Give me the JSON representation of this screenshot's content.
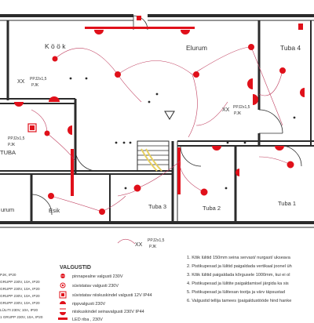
{
  "rooms": {
    "kook": "K ö ö k",
    "elurum_top": "Elurum",
    "tuba4": "Tuba 4",
    "tuba_left": "TUBA",
    "elurum_left": "urum",
    "esik": "Esik",
    "tuba3": "Tuba 3",
    "tuba2": "Tuba 2",
    "tuba1": "Tuba 1"
  },
  "junction_boxes": [
    {
      "kind": "XX",
      "code": "PPJ2x1,5",
      "sub": "PJK"
    },
    {
      "kind": "XX",
      "code": "PPJ2x1,5",
      "sub": "PJK"
    },
    {
      "kind": "XX",
      "code": "PPJ2x1,5",
      "sub": "PJK"
    },
    {
      "kind": "XX",
      "code": "PPJ2x1,5",
      "sub": "PJK"
    }
  ],
  "legend": {
    "title": "VALGUSTID",
    "items": [
      {
        "icon": "ceiling-light",
        "text": "pinnapealne valgusti 230V"
      },
      {
        "icon": "wall-light",
        "text": "süvistatav valgusti 230V"
      },
      {
        "icon": "recessed-12v",
        "text": "süvistatav niiskuskindel valgusti 12V IP44"
      },
      {
        "icon": "pendant-light",
        "text": "rippvalgusti 230V"
      },
      {
        "icon": "damp-light",
        "text": "niiskuskindel seinavalgusti 230V IP44"
      },
      {
        "icon": "led-strip",
        "text": "LED riba , 230V"
      }
    ]
  },
  "circuits": [
    "PJK, IP20",
    "GRUPP 230V, 10A, IP20",
    "GRUPP 230V, 10A, IP20",
    "GRUPP 230V, 10A, IP20",
    "GRUPP 230V, 10A, IP20",
    "LÜLITI 230V, 10A, IP20",
    "1 GRUPP 230V, 10A, IP20"
  ],
  "notes": [
    "1. Kõik lülitid 150mm seina servast/ nurgast/ ukseava",
    "2. Pistikupesad ja lülitid paigaldada vertikaal joonel üh",
    "3. Kõik lülitid paigaldada kõrgusele 1000mm, kui ei ol",
    "4. Pistikupesad ja lülitite paigaldamisel järgida ka sis",
    "5. Pistikupesad ja lülitesan tootja ja värv täpsustad",
    "6. Valgustid tellija tamees (paigaldustööde hind hanke"
  ],
  "colors": {
    "wall": "#2b2b2b",
    "accent": "#e0101a",
    "wire": "#c04060",
    "text": "#333333"
  }
}
